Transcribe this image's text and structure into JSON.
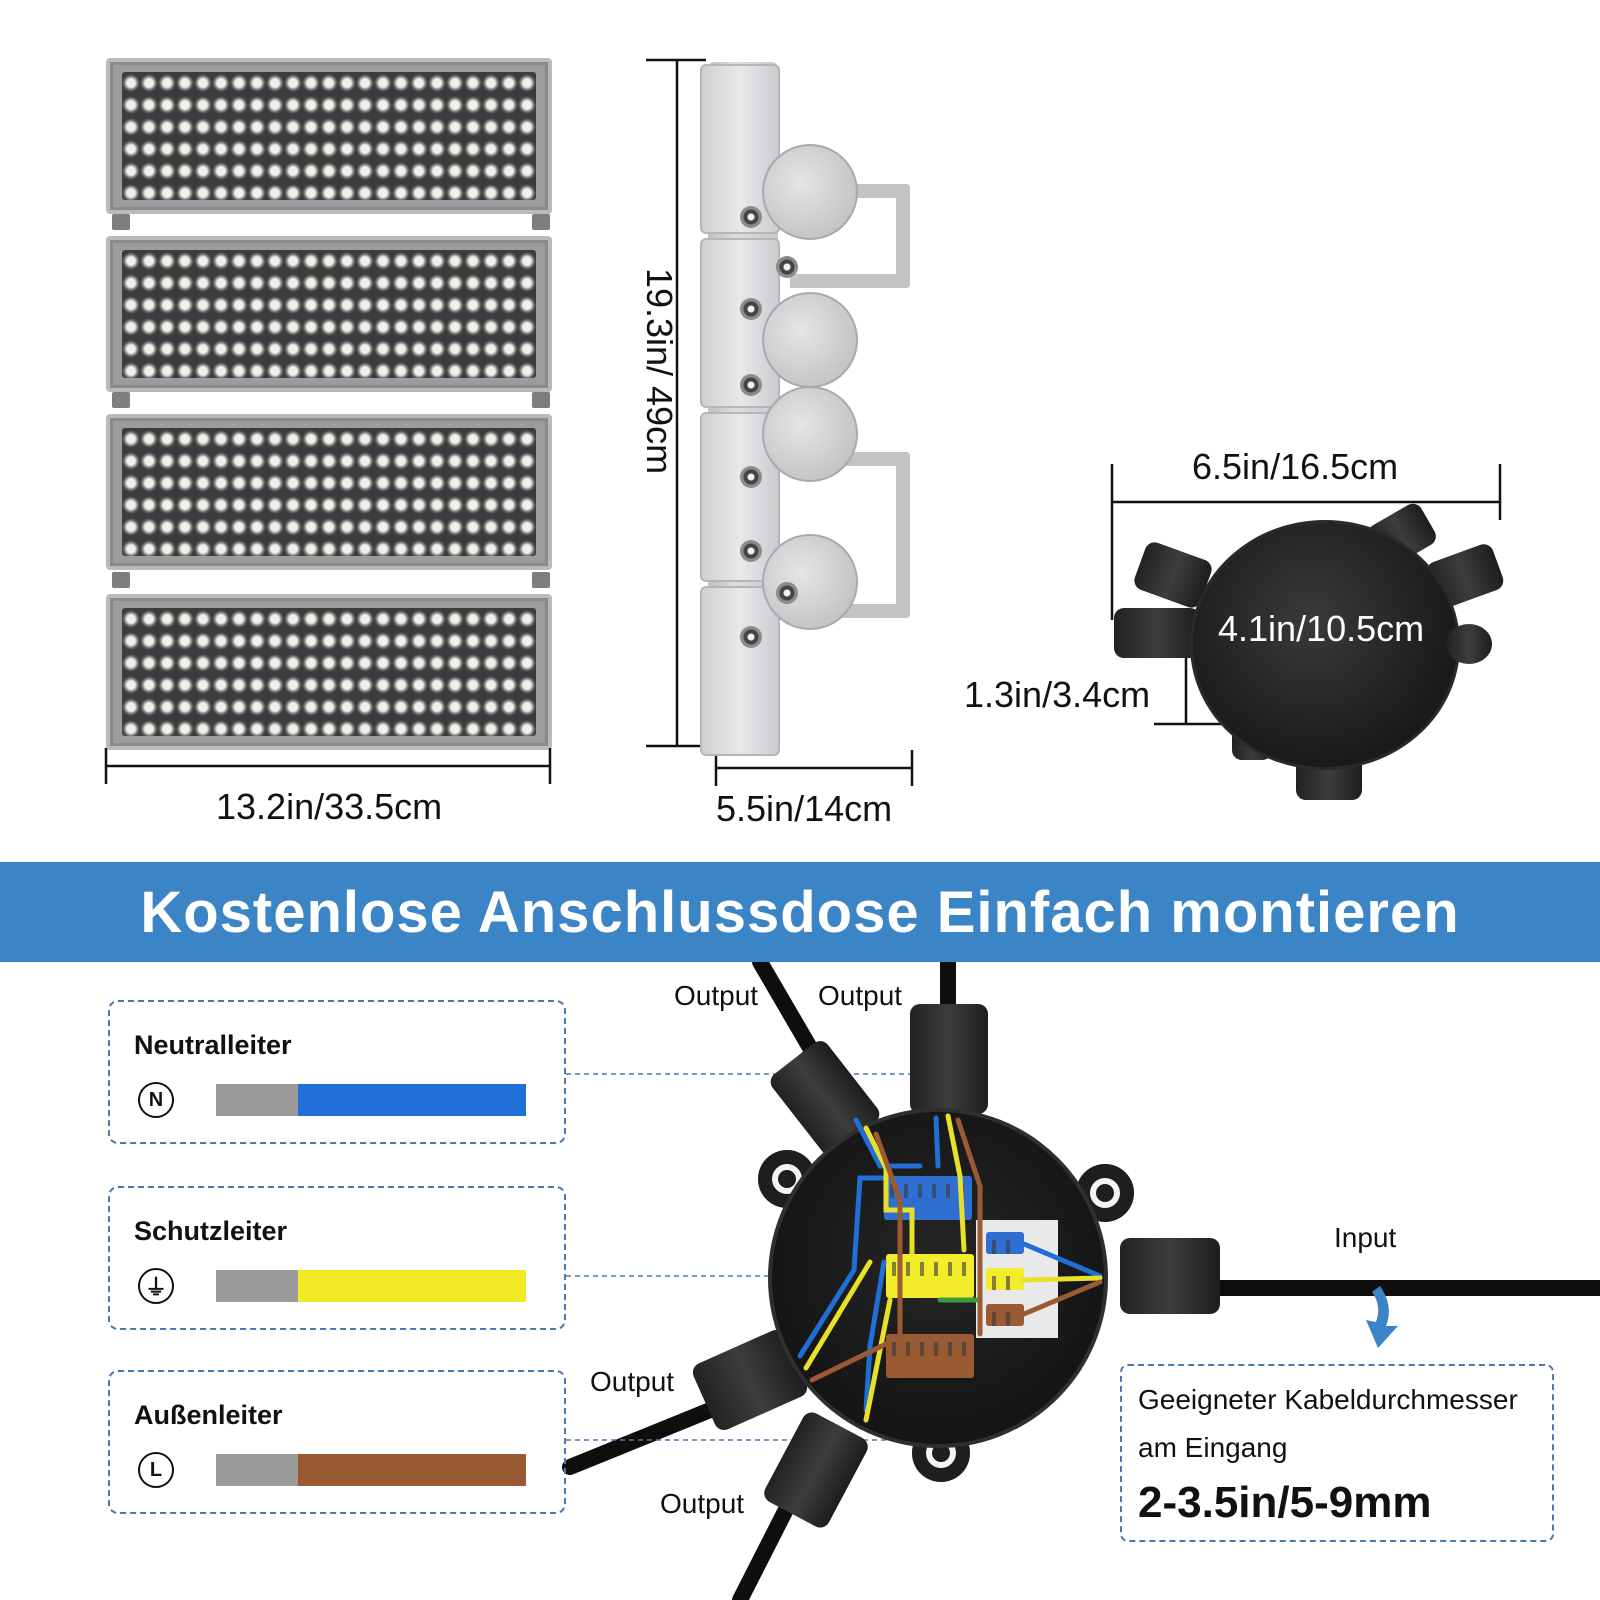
{
  "dimensions": {
    "front_width": "13.2in/33.5cm",
    "height": "19.3in/ 49cm",
    "side_depth": "5.5in/14cm",
    "box_width": "6.5in/16.5cm",
    "box_inner": "4.1in/10.5cm",
    "box_height": "1.3in/3.4cm"
  },
  "banner": {
    "title": "Kostenlose Anschlussdose Einfach montieren"
  },
  "legend": [
    {
      "label": "Neutralleiter",
      "symbol": "N",
      "symbol_icon": "neutral-symbol-icon",
      "color": "#1f6fd6"
    },
    {
      "label": "Schutzleiter",
      "symbol": "⏚",
      "symbol_icon": "ground-symbol-icon",
      "color": "#f1ea23"
    },
    {
      "label": "Außenleiter",
      "symbol": "L",
      "symbol_icon": "line-symbol-icon",
      "color": "#9a5a34"
    }
  ],
  "ports": {
    "output_top_left": "Output",
    "output_top_right": "Output",
    "output_left": "Output",
    "output_bottom": "Output",
    "input": "Input"
  },
  "cable_info": {
    "line1": "Geeigneter Kabeldurchmesser",
    "line2": "am Eingang",
    "value": "2-3.5in/5-9mm"
  },
  "colors": {
    "banner": "#3b84c6",
    "neutral": "#1f6fd6",
    "ground": "#f1ea23",
    "line": "#9a5a34",
    "housing": "#1a1a1a"
  }
}
